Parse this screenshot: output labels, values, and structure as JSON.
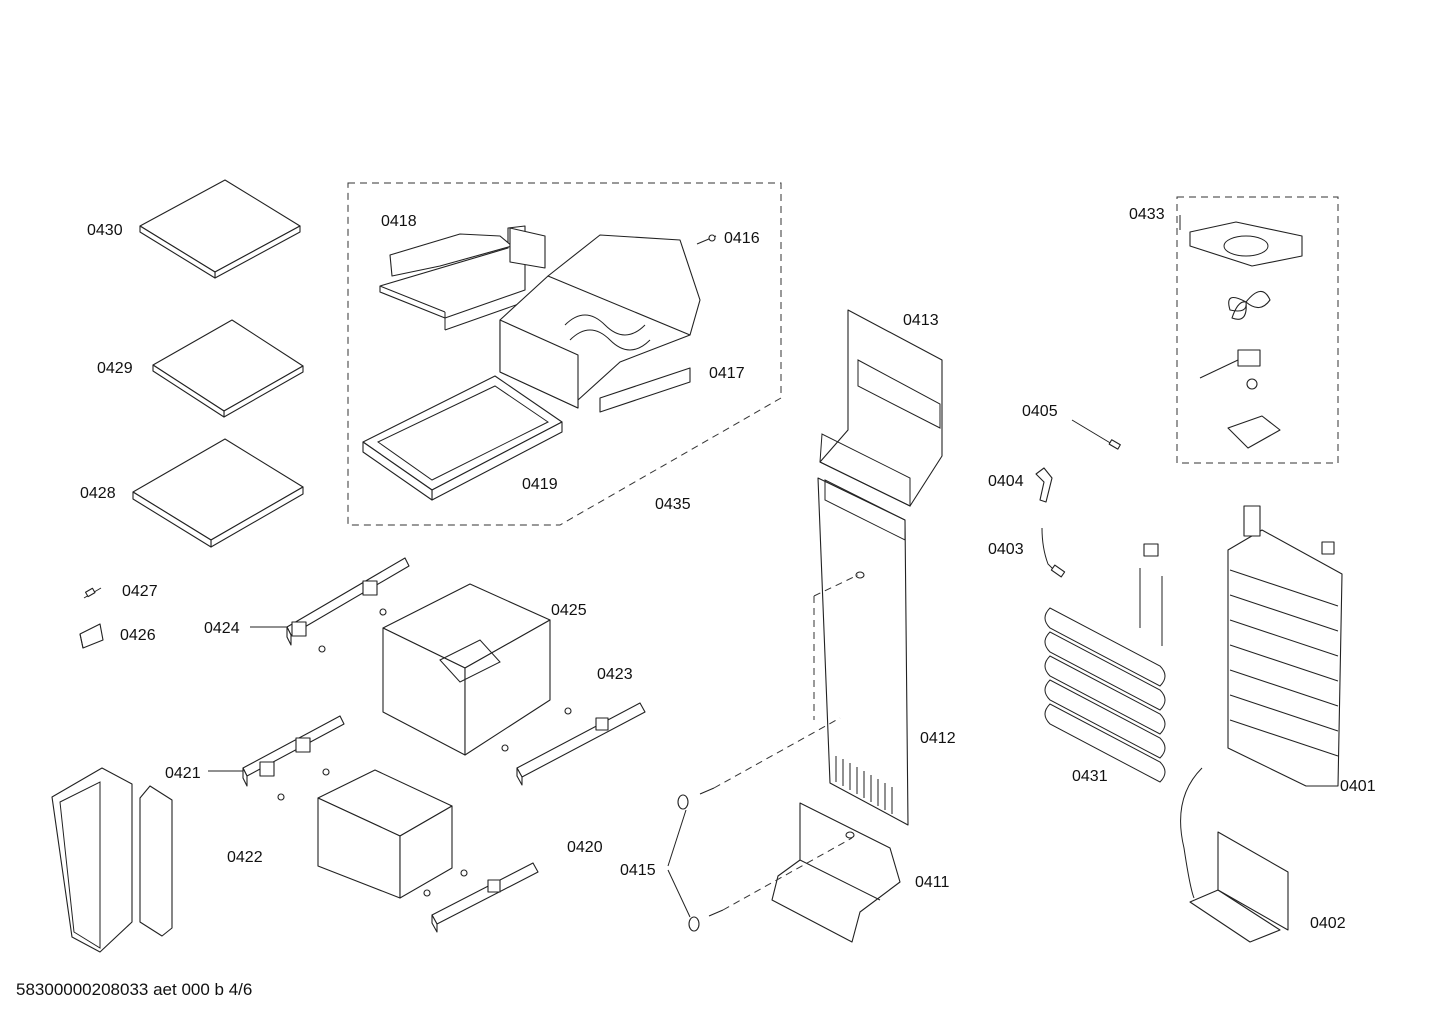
{
  "labels": {
    "p0430": "0430",
    "p0429": "0429",
    "p0428": "0428",
    "p0427": "0427",
    "p0426": "0426",
    "p0418": "0418",
    "p0416": "0416",
    "p0417": "0417",
    "p0419": "0419",
    "p0435": "0435",
    "p0413": "0413",
    "p0433": "0433",
    "p0405": "0405",
    "p0404": "0404",
    "p0403": "0403",
    "p0424": "0424",
    "p0425": "0425",
    "p0423": "0423",
    "p0421": "0421",
    "p0422": "0422",
    "p0420": "0420",
    "p0412": "0412",
    "p0431": "0431",
    "p0401": "0401",
    "p0415": "0415",
    "p0411": "0411",
    "p0402": "0402"
  },
  "footer": {
    "document_id": "58300000208033 aet 000 b 4/6"
  }
}
